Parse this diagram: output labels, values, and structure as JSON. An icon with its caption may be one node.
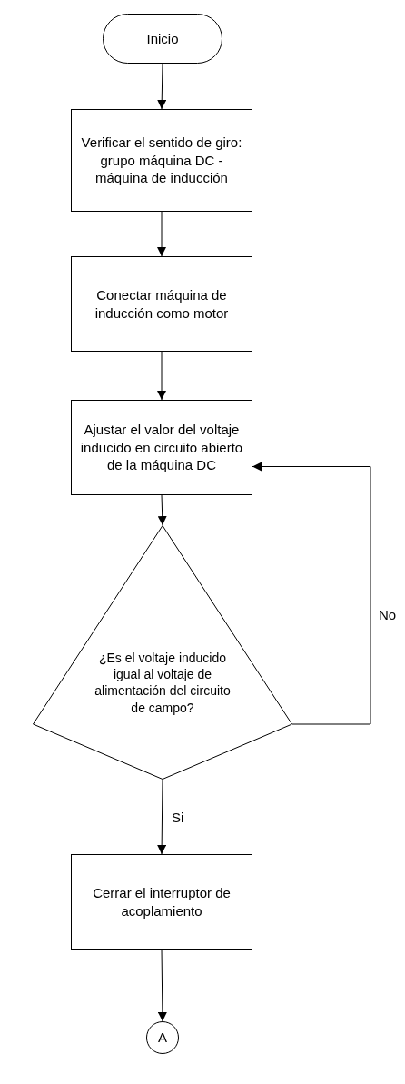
{
  "diagram": {
    "nodes": [
      {
        "text": [
          "Inicio"
        ]
      },
      {
        "text": [
          "Verificar el sentido de giro: grupo máquina DC - máquina de inducción"
        ]
      },
      {
        "text": [
          "Conectar máquina de inducción como motor"
        ]
      },
      {
        "text": [
          "Ajustar el valor del voltaje inducido en circuito abierto de la máquina DC"
        ]
      },
      {
        "text": [
          "¿Es el voltaje inducido igual al voltaje de alimentación del circuito de campo?"
        ]
      },
      {
        "text": [
          "Cerrar el interruptor de acoplamiento"
        ]
      },
      {
        "text": [
          "A"
        ]
      }
    ],
    "edges": [
      {
        "from": 0,
        "to": 1,
        "arrow": "to"
      },
      {
        "from": 1,
        "to": 2,
        "arrow": "to"
      },
      {
        "from": 2,
        "to": 3,
        "arrow": "to"
      },
      {
        "from": 3,
        "to": 4,
        "arrow": "to"
      },
      {
        "from": 4,
        "to": 5,
        "arrow": "to",
        "label": "Si"
      },
      {
        "from": 4,
        "to": 3,
        "arrow": "to",
        "label": "No"
      },
      {
        "from": 5,
        "to": 6,
        "arrow": "to"
      }
    ]
  }
}
